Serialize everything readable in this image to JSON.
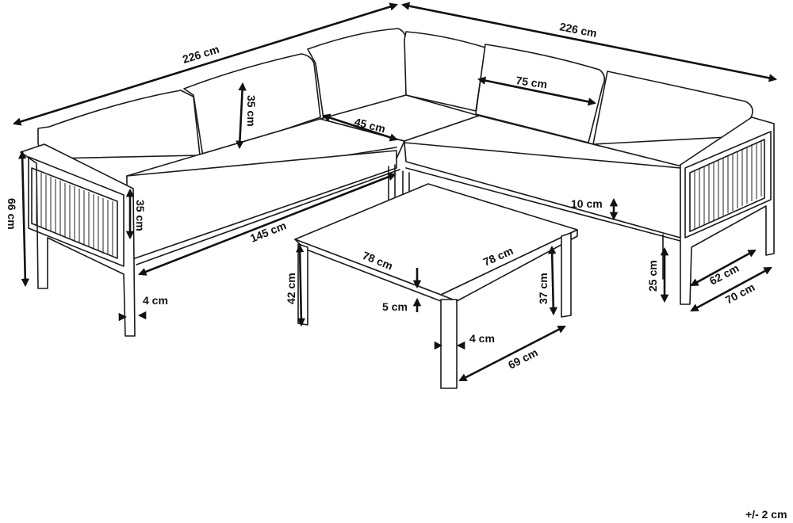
{
  "dimensions": {
    "total_width_left": "226 cm",
    "total_width_right": "226 cm",
    "back_cushion_height": "35 cm",
    "seat_depth": "45 cm",
    "back_cushion_width": "75 cm",
    "total_height": "66 cm",
    "arm_height": "35 cm",
    "seat_length": "145 cm",
    "cushion_thickness": "10 cm",
    "table_length": "78 cm",
    "table_width": "78 cm",
    "table_height": "42 cm",
    "table_leg_height": "37 cm",
    "table_top_thickness": "5 cm",
    "table_leg_width": "4 cm",
    "table_depth": "69 cm",
    "sofa_leg_width": "4 cm",
    "leg_height": "25 cm",
    "arm_depth": "62 cm",
    "overall_depth": "70 cm"
  },
  "tolerance": "+/- 2 cm"
}
